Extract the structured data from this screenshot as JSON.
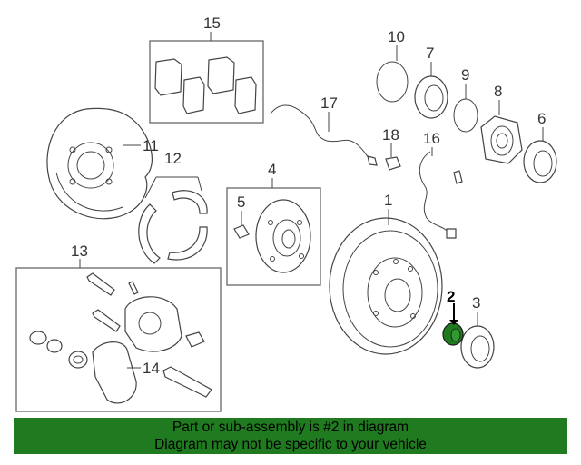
{
  "callouts": {
    "c1": "1",
    "c2": "2",
    "c3": "3",
    "c4": "4",
    "c5": "5",
    "c6": "6",
    "c7": "7",
    "c8": "8",
    "c9": "9",
    "c10": "10",
    "c11": "11",
    "c12": "12",
    "c13": "13",
    "c14": "14",
    "c15": "15",
    "c16": "16",
    "c17": "17",
    "c18": "18"
  },
  "highlight": {
    "part": "2",
    "color": "#207b20"
  },
  "banner": {
    "line1": "Part or sub-assembly is #2 in diagram",
    "line2": "Diagram may not be specific to your vehicle",
    "background": "#207b20"
  }
}
